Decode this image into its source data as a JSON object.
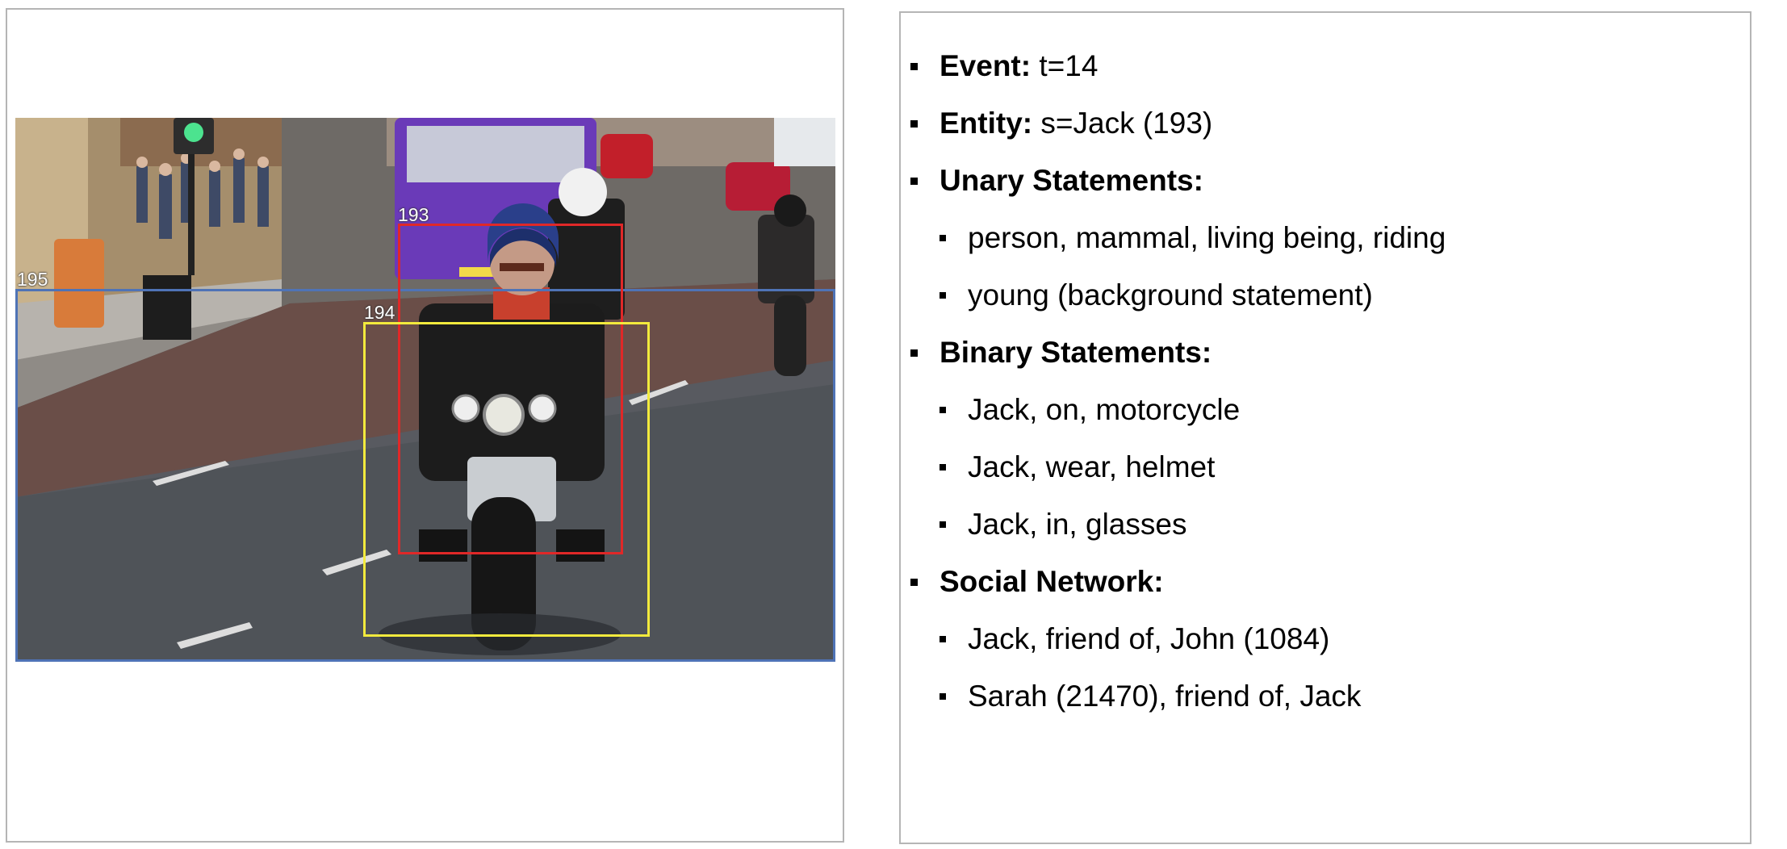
{
  "image": {
    "description": "street photo of motorcyclist with helmet on road",
    "boxes": [
      {
        "id": "195",
        "label": "195",
        "color": "#4f73b6"
      },
      {
        "id": "193",
        "label": "193",
        "color": "#e02828"
      },
      {
        "id": "194",
        "label": "194",
        "color": "#f2ea3d"
      }
    ]
  },
  "facts": {
    "event": {
      "label": "Event:",
      "value": "t=14"
    },
    "entity": {
      "label": "Entity:",
      "value": "s=Jack (193)"
    },
    "unary": {
      "label": "Unary Statements:",
      "items": [
        "person, mammal, living being, riding",
        "young (background statement)"
      ]
    },
    "binary": {
      "label": "Binary Statements:",
      "items": [
        "Jack, on, motorcycle",
        "Jack, wear, helmet",
        "Jack, in, glasses"
      ]
    },
    "social": {
      "label": "Social Network:",
      "items": [
        "Jack, friend of, John (1084)",
        "Sarah (21470), friend of, Jack"
      ]
    }
  }
}
